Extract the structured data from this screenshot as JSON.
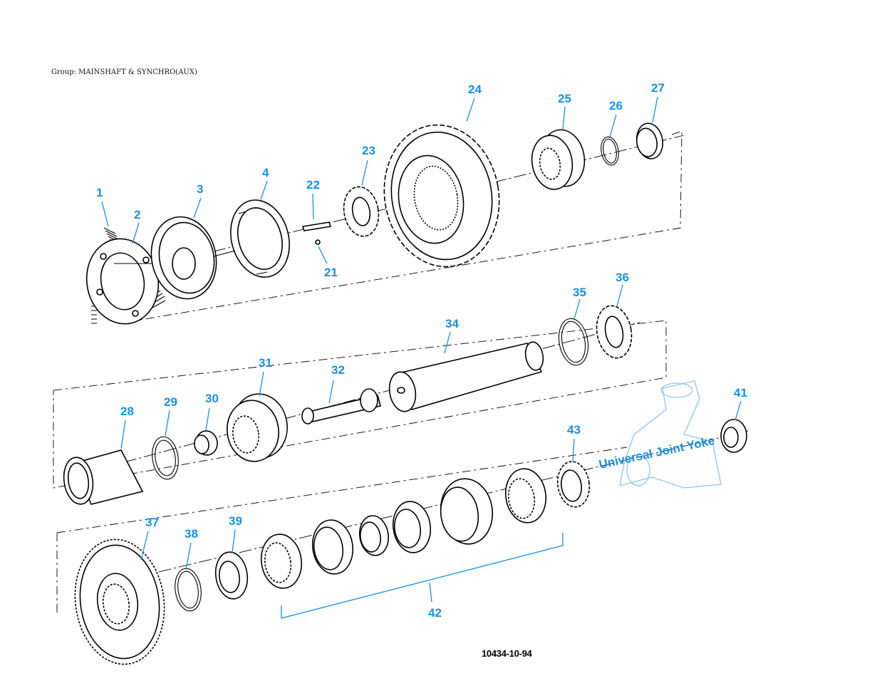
{
  "group_label": "Group: MAINSHAFT & SYNCHRO(AUX)",
  "figure_number": "10434-10-94",
  "yoke_label": "Universal Joint Yoke",
  "callouts": {
    "c1": "1",
    "c2": "2",
    "c3": "3",
    "c4": "4",
    "c21": "21",
    "c22": "22",
    "c23": "23",
    "c24": "24",
    "c25": "25",
    "c26": "26",
    "c27": "27",
    "c28": "28",
    "c29": "29",
    "c30": "30",
    "c31": "31",
    "c32": "32",
    "c34": "34",
    "c35": "35",
    "c36": "36",
    "c37": "37",
    "c38": "38",
    "c39": "39",
    "c41": "41",
    "c42": "42",
    "c43": "43"
  },
  "colors": {
    "callout": "#1a8fe3",
    "yoke": "#8cc6f0",
    "line": "#000000"
  }
}
